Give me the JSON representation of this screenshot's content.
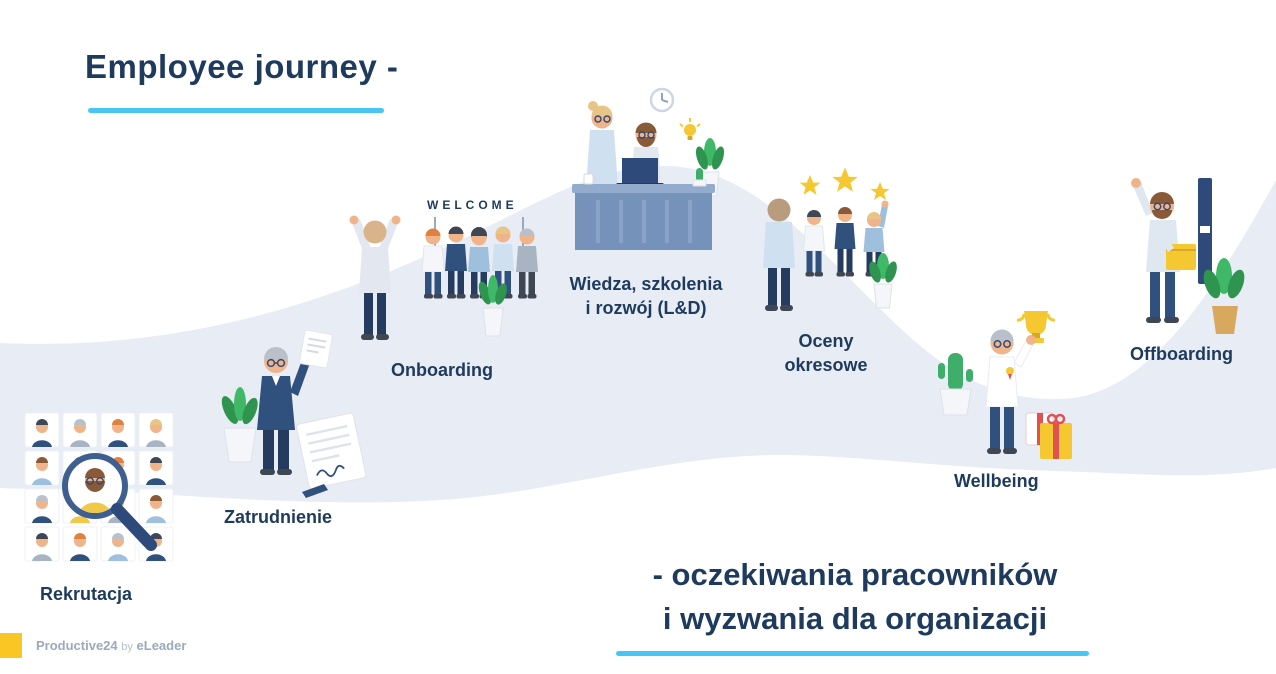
{
  "title": "Employee journey -",
  "subtitle": {
    "line1": "- oczekiwania pracowników",
    "line2": "i wyzwania dla organizacji"
  },
  "stages": {
    "rekrutacja": {
      "label": "Rekrutacja"
    },
    "zatrudnienie": {
      "label": "Zatrudnienie"
    },
    "onboarding": {
      "label": "Onboarding",
      "banner": "WELCOME"
    },
    "wiedza": {
      "label": "Wiedza, szkolenia\ni rozwój (L&D)"
    },
    "oceny": {
      "label": "Oceny\nokresowe"
    },
    "wellbeing": {
      "label": "Wellbeing"
    },
    "offboarding": {
      "label": "Offboarding"
    }
  },
  "footer": {
    "brand": "Productive24",
    "connector": "by",
    "company": "eLeader"
  },
  "colors": {
    "navy": "#1e3a5c",
    "cyan": "#47c6f2",
    "band": "#e7ecf5",
    "yellow": "#f9c623",
    "green": "#3fae6a",
    "red": "#e05252"
  }
}
